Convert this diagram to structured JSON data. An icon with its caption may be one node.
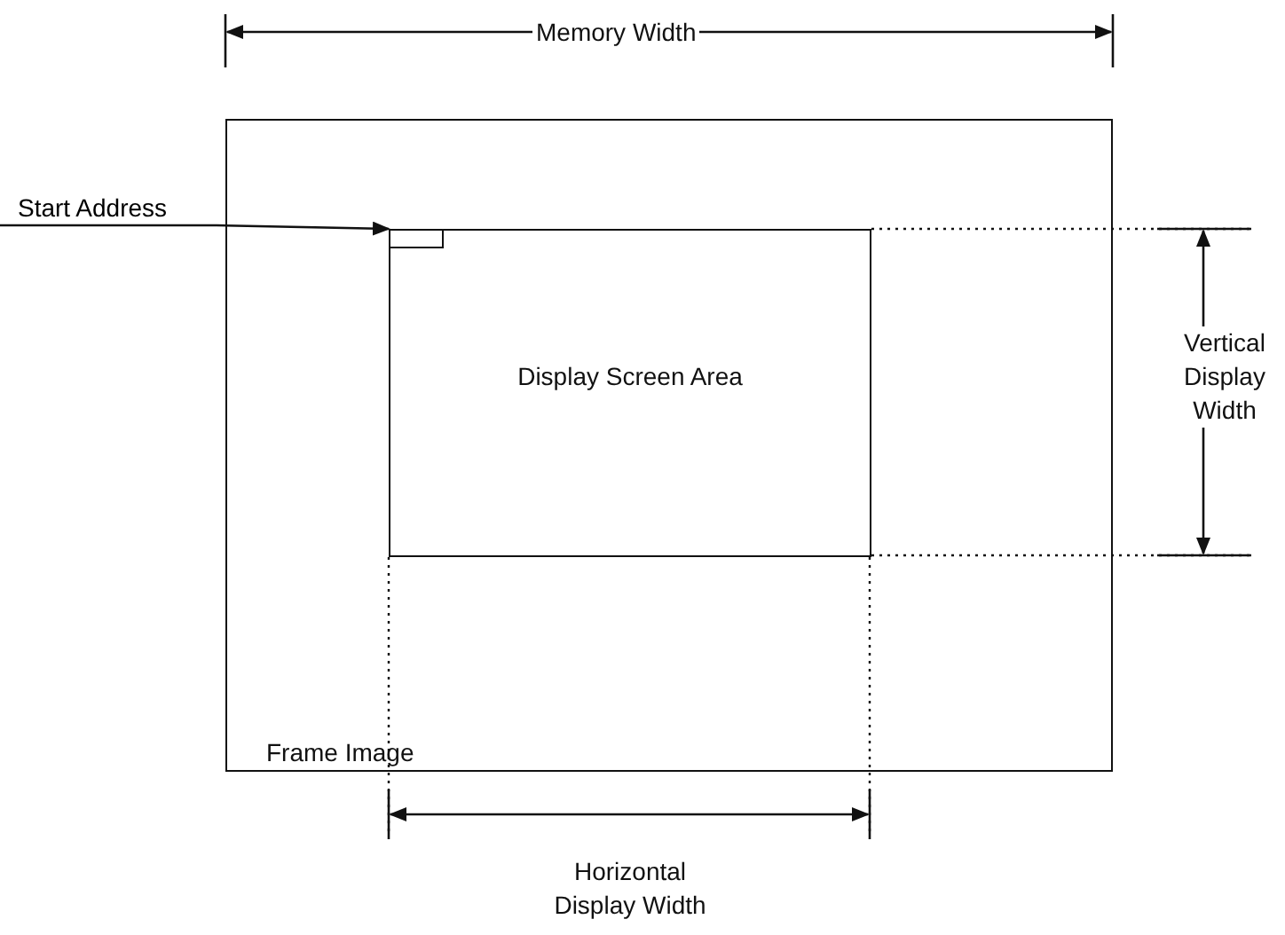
{
  "diagram": {
    "nodes": [
      {
        "text": [
          "Frame Image"
        ]
      },
      {
        "text": [
          "Display Screen Area"
        ],
        "in": 0
      },
      {
        "text": [],
        "shape": "box",
        "in": 1
      },
      {
        "text": [
          "Start Address"
        ]
      }
    ],
    "edges": [
      {
        "from": 3,
        "to": 2,
        "arrow": "to"
      }
    ],
    "labels": [
      "Memory Width",
      "Vertical Display Width",
      "Horizontal Display Width"
    ]
  }
}
